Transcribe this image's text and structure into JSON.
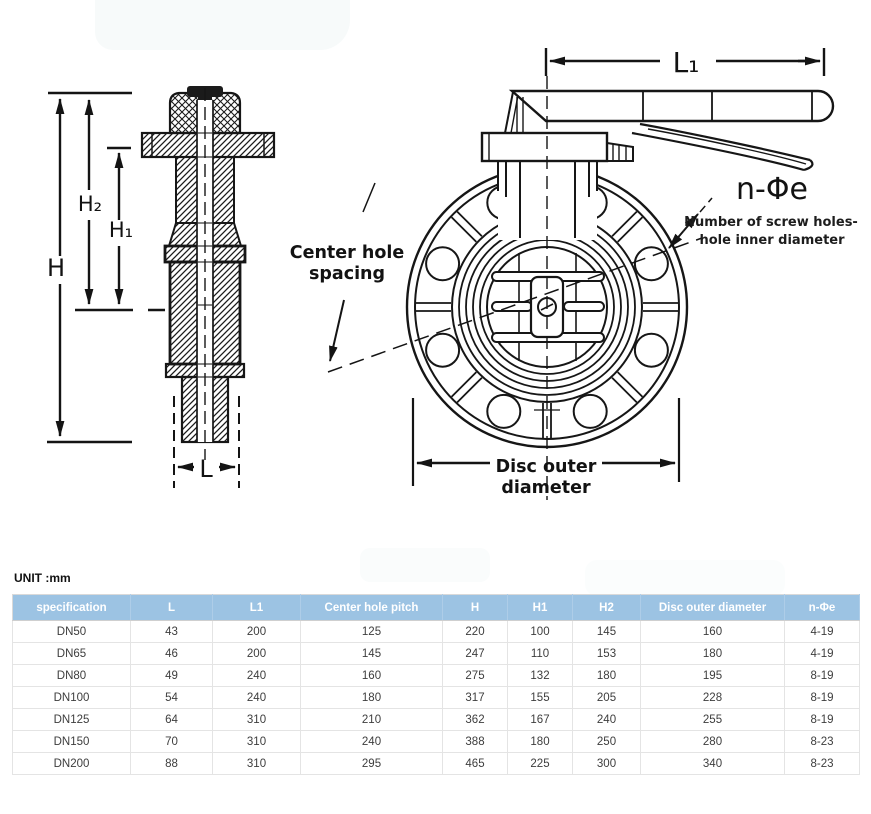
{
  "unit_label": "UNIT :mm",
  "diagram": {
    "labels": {
      "h": "H",
      "h1": "H₁",
      "h2": "H₂",
      "l": "L",
      "l1": "L₁",
      "n_phi": "n-Φe",
      "screw_note_line1": "Number of screw holes-",
      "screw_note_line2": "hole inner diameter",
      "center_hole_line1": "Center hole",
      "center_hole_line2": "spacing",
      "disc_line1": "Disc outer",
      "disc_line2": "diameter"
    }
  },
  "table": {
    "headers": [
      "specification",
      "L",
      "L1",
      "Center hole pitch",
      "H",
      "H1",
      "H2",
      "Disc outer diameter",
      "n-Φe"
    ],
    "rows": [
      [
        "DN50",
        "43",
        "200",
        "125",
        "220",
        "100",
        "145",
        "160",
        "4-19"
      ],
      [
        "DN65",
        "46",
        "200",
        "145",
        "247",
        "110",
        "153",
        "180",
        "4-19"
      ],
      [
        "DN80",
        "49",
        "240",
        "160",
        "275",
        "132",
        "180",
        "195",
        "8-19"
      ],
      [
        "DN100",
        "54",
        "240",
        "180",
        "317",
        "155",
        "205",
        "228",
        "8-19"
      ],
      [
        "DN125",
        "64",
        "310",
        "210",
        "362",
        "167",
        "240",
        "255",
        "8-19"
      ],
      [
        "DN150",
        "70",
        "310",
        "240",
        "388",
        "180",
        "250",
        "280",
        "8-23"
      ],
      [
        "DN200",
        "88",
        "310",
        "295",
        "465",
        "225",
        "300",
        "340",
        "8-23"
      ]
    ],
    "header_bg": "#9cc3e3",
    "header_text_color": "#ffffff"
  }
}
